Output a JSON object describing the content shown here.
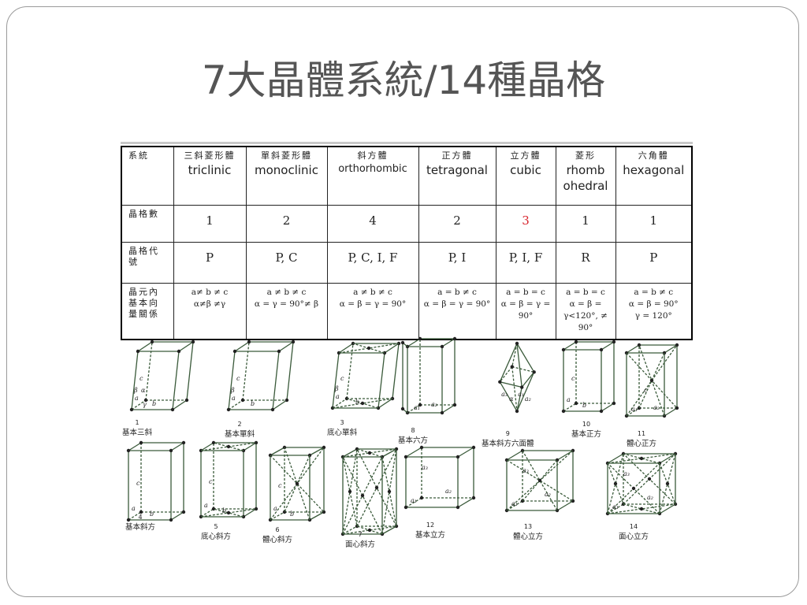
{
  "title": "7大晶體系統/14種晶格",
  "table": {
    "row_labels": [
      "系統",
      "晶格數",
      "晶格代號",
      "晶元內基本向量關係"
    ],
    "systems": [
      {
        "zh": "三斜菱形體",
        "en": "triclinic",
        "count": "1",
        "symbols": "P",
        "rel1": "a≠ b ≠ c",
        "rel2": "α≠β ≠γ",
        "rel3": ""
      },
      {
        "zh": "單斜菱形體",
        "en": "monoclinic",
        "count": "2",
        "symbols": "P, C",
        "rel1": "a ≠ b ≠ c",
        "rel2": "α = γ = 90°≠ β",
        "rel3": ""
      },
      {
        "zh": "斜方體",
        "en": "orthorhombic",
        "count": "4",
        "symbols": "P, C, I,  F",
        "rel1": "a ≠ b ≠ c",
        "rel2": "α = β = γ = 90°",
        "rel3": ""
      },
      {
        "zh": "正方體",
        "en": "tetragonal",
        "count": "2",
        "symbols": "P, I",
        "rel1": "a = b ≠ c",
        "rel2": "α = β = γ = 90°",
        "rel3": ""
      },
      {
        "zh": "立方體",
        "en": "cubic",
        "count": "3",
        "symbols": "P, I, F",
        "rel1": "a = b = c",
        "rel2": "α = β = γ =",
        "rel3": "90°"
      },
      {
        "zh": "菱形",
        "en": "rhomb ohedral",
        "count": "1",
        "symbols": "R",
        "rel1": "a = b = c",
        "rel2": "α = β =",
        "rel3": "γ<120°, ≠ 90°"
      },
      {
        "zh": "六角體",
        "en": "hexagonal",
        "count": "1",
        "symbols": "P",
        "rel1": "a = b ≠ c",
        "rel2": "α = β = 90°",
        "rel3": "γ = 120°"
      }
    ],
    "colors": {
      "cubic_count": "#d8252d"
    }
  },
  "lattices": [
    {
      "num": "1",
      "label": "基本三斜"
    },
    {
      "num": "2",
      "label": "基本單斜"
    },
    {
      "num": "3",
      "label": "底心單斜"
    },
    {
      "num": "8",
      "label": "基本六方"
    },
    {
      "num": "9",
      "label": "基本斜方六面體"
    },
    {
      "num": "10",
      "label": "基本正方"
    },
    {
      "num": "11",
      "label": "體心正方"
    },
    {
      "num": "4",
      "label": "基本斜方"
    },
    {
      "num": "5",
      "label": "底心斜方"
    },
    {
      "num": "6",
      "label": "體心斜方"
    },
    {
      "num": "7",
      "label": "面心斜方"
    },
    {
      "num": "12",
      "label": "基本立方"
    },
    {
      "num": "13",
      "label": "體心立方"
    },
    {
      "num": "14",
      "label": "面心立方"
    }
  ],
  "axis_letters": {
    "a": "a",
    "b": "b",
    "c": "c",
    "a1": "a₁",
    "a2": "a₂",
    "a3": "a₃",
    "alpha": "α",
    "beta": "β",
    "gamma": "γ"
  },
  "line_color": "#3a5a3a"
}
